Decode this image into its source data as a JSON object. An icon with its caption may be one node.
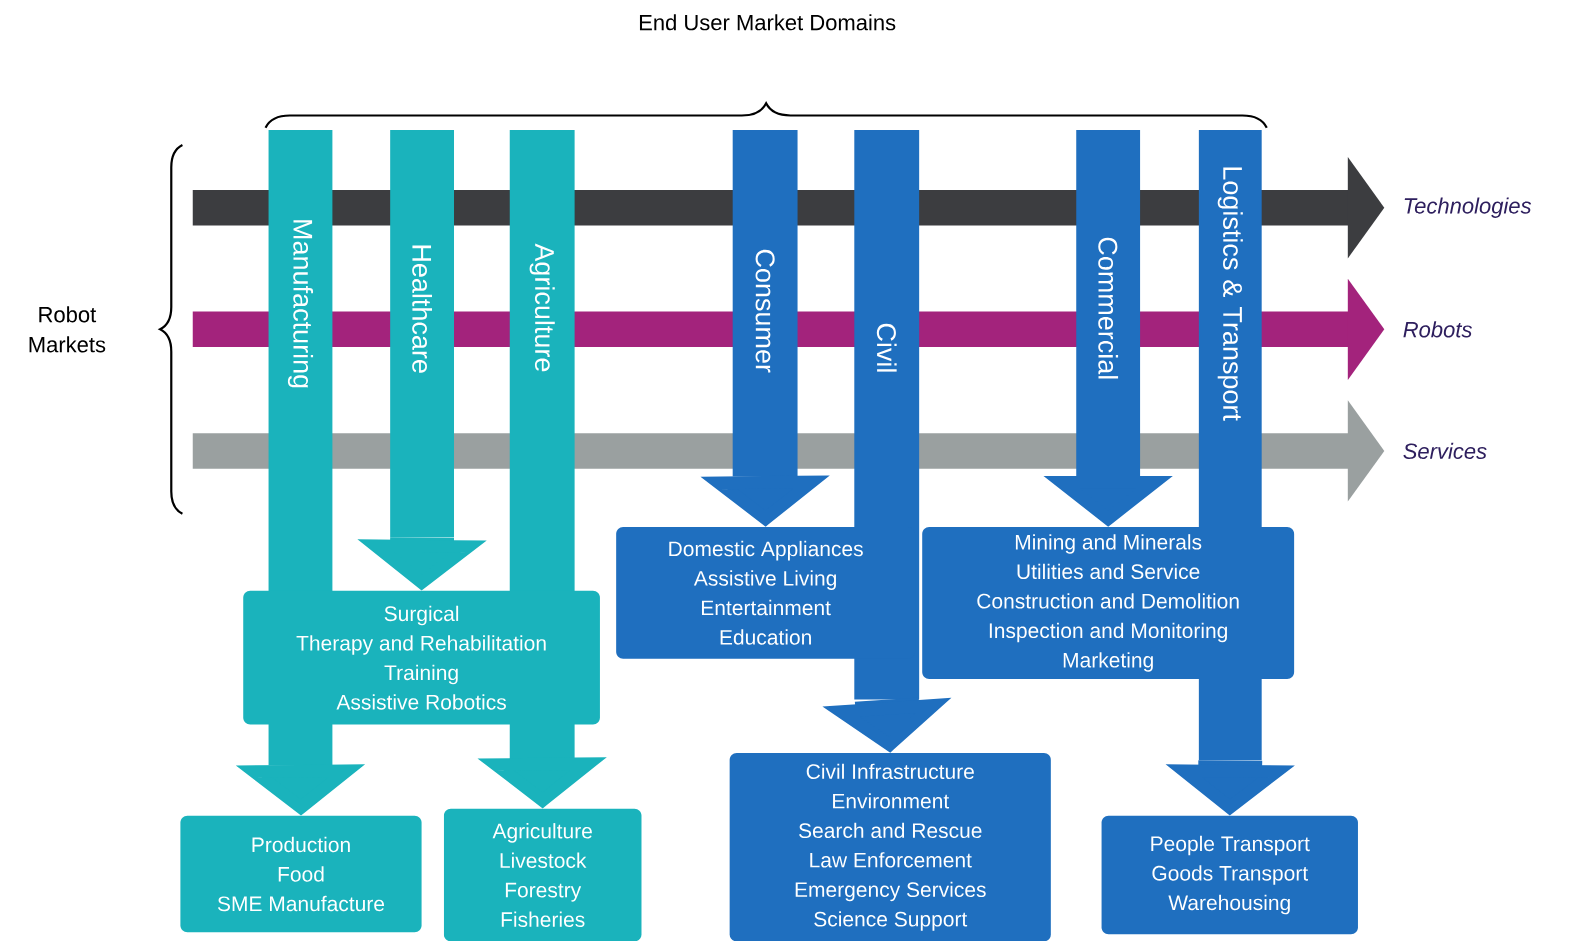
{
  "diagram": {
    "nodes": [
      {
        "text": [
          "Manufacturing"
        ]
      },
      {
        "text": [
          "Healthcare"
        ]
      },
      {
        "text": [
          "Agriculture"
        ]
      },
      {
        "text": [
          "Consumer"
        ]
      },
      {
        "text": [
          "Civil"
        ]
      },
      {
        "text": [
          "Commercial"
        ]
      },
      {
        "text": [
          "Logistics & Transport"
        ]
      },
      {
        "text": [],
        "shape": "arrow",
        "beside": [
          "Technologies"
        ]
      },
      {
        "text": [],
        "shape": "arrow",
        "beside": [
          "Robots"
        ]
      },
      {
        "text": [],
        "shape": "arrow",
        "beside": [
          "Services"
        ]
      },
      {
        "text": [
          "Domestic Appliances",
          "Assistive Living",
          "Entertainment",
          "Education"
        ]
      },
      {
        "text": [
          "Mining and Minerals",
          "Utilities and Service",
          "Construction and Demolition",
          "Inspection and Monitoring",
          "Marketing"
        ]
      },
      {
        "text": [
          "Surgical",
          "Therapy and Rehabilitation",
          "Training",
          "Assistive Robotics"
        ]
      },
      {
        "text": [
          "Civil Infrastructure",
          "Environment",
          "Search and Rescue",
          "Law Enforcement",
          "Emergency Services",
          "Science Support"
        ]
      },
      {
        "text": [
          "Production",
          "Food",
          "SME Manufacture"
        ]
      },
      {
        "text": [
          "Agriculture",
          "Livestock",
          "Forestry",
          "Fisheries"
        ]
      },
      {
        "text": [
          "People Transport",
          "Goods Transport",
          "Warehousing"
        ]
      }
    ],
    "edges": [
      {
        "from": 0,
        "to": 14,
        "arrow": "to",
        "color": "#1ab3bc"
      },
      {
        "from": 1,
        "to": 12,
        "arrow": "to",
        "color": "#1ab3bc"
      },
      {
        "from": 2,
        "to": 15,
        "arrow": "to",
        "color": "#1ab3bc"
      },
      {
        "from": 3,
        "to": 10,
        "arrow": "to"
      },
      {
        "from": 4,
        "to": 13,
        "arrow": "to"
      },
      {
        "from": 5,
        "to": 11,
        "arrow": "to"
      },
      {
        "from": 6,
        "to": 16,
        "arrow": "to"
      }
    ],
    "labels": [
      "End User Market Domains",
      "Robot Markets"
    ]
  }
}
